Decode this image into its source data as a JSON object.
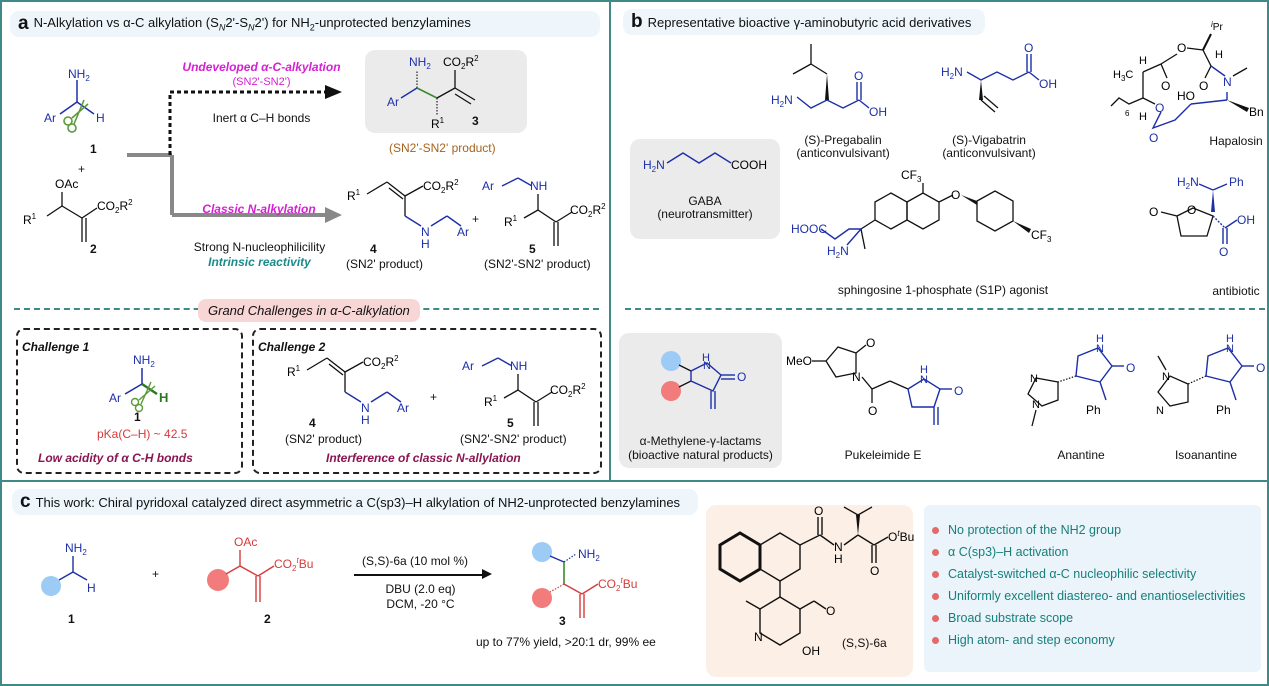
{
  "panel_a": {
    "letter": "a",
    "title": "N-Alkylation vs α-C alkylation (SN2'-SN2') for NH2-unprotected benzylamines",
    "title_parts": [
      "N-Alkylation vs α-C alkylation (S",
      "N",
      "2'-S",
      "N",
      "2') for NH",
      "2",
      "-unprotected benzylamines"
    ],
    "compound1_label": "1",
    "compound2_label": "2",
    "plus": "+",
    "compound1_groups": {
      "amine": "NH2",
      "aryl": "Ar",
      "h": "H"
    },
    "compound2_groups": {
      "oac": "OAc",
      "r1": "R1",
      "ester": "CO2R2"
    },
    "top_path": {
      "title": "Undeveloped α-C-alkylation",
      "subtitle": "(SN2'-SN2')",
      "note": "Inert α C–H bonds"
    },
    "product3": {
      "label": "3",
      "caption": "(SN2'-SN2' product)"
    },
    "bottom_path": {
      "title": "Classic N-alkylation",
      "note1": "Strong N-nucleophilicility",
      "note2": "Intrinsic reactivity"
    },
    "product4": {
      "label": "4",
      "caption": "(SN2' product)"
    },
    "product5": {
      "label": "5",
      "caption": "(SN2'-SN2' product)"
    },
    "challenges_title": "Grand Challenges in α-C-alkylation",
    "challenge1": {
      "title": "Challenge 1",
      "compound_label": "1",
      "pka": "pKa(C–H) ~ 42.5",
      "caption": "Low acidity of α C-H bonds"
    },
    "challenge2": {
      "title": "Challenge 2",
      "label4": "4",
      "caption4": "(SN2' product)",
      "label5": "5",
      "caption5": "(SN2'-SN2' product)",
      "caption": "Interference of classic N-allylation"
    }
  },
  "panel_b": {
    "letter": "b",
    "title": "Representative bioactive γ-aminobutyric acid derivatives",
    "gaba": {
      "name": "GABA",
      "role": "(neurotransmitter)"
    },
    "compounds": [
      {
        "name": "(S)-Pregabalin",
        "role": "(anticonvulsivant)"
      },
      {
        "name": "(S)-Vigabatrin",
        "role": "(anticonvulsivant)"
      },
      {
        "name": "Hapalosin",
        "role": ""
      },
      {
        "name": "sphingosine 1-phosphate (S1P) agonist",
        "role": ""
      },
      {
        "name": "antibiotic",
        "role": ""
      }
    ],
    "lactam_box": {
      "name": "α-Methylene-γ-lactams",
      "role": "(bioactive natural products)"
    },
    "natural_products": [
      "Pukeleimide E",
      "Anantine",
      "Isoanantine"
    ]
  },
  "panel_c": {
    "letter": "c",
    "title": "This work: Chiral pyridoxal catalyzed direct asymmetric a C(sp3)–H alkylation of NH2-unprotected benzylamines",
    "compound1_label": "1",
    "compound2_label": "2",
    "plus": "+",
    "catalyst_line": "(S,S)-6a (10 mol %)",
    "base_line": "DBU (2.0 eq)",
    "solvent_line": "DCM, -20 °C",
    "product_label": "3",
    "result": "up to 77% yield, >20:1 dr, 99% ee",
    "catalyst_label": "(S,S)-6a",
    "features": [
      "No protection of the NH2 group",
      "α C(sp3)–H activation",
      "Catalyst-switched α-C nucleophilic selectivity",
      "Uniformly excellent diastereo- and enantioselectivities",
      "Broad substrate scope",
      "High atom- and step economy"
    ]
  },
  "colors": {
    "panel_border": "#3f8a86",
    "header_bg": "#eef6fb",
    "magenta": "#d61fd3",
    "teal": "#1a8a8a",
    "structure_blue": "#1c2fa8",
    "structure_red": "#d63a3a",
    "bond_green": "#3a8a2a",
    "dot_blue": "#9ccbf5",
    "dot_red": "#f27b7b",
    "catalyst_bg": "#fcefe6",
    "features_bg": "#eaf4fa"
  }
}
